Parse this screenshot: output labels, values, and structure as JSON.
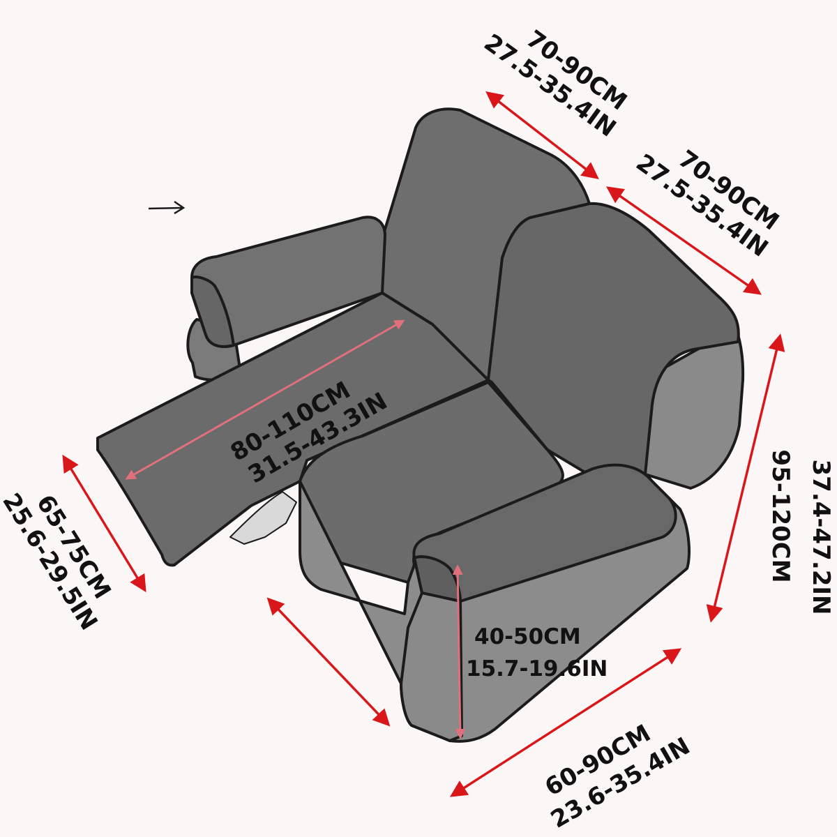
{
  "colors": {
    "background": "#fbf7f6",
    "cover_gray": "#6e6e6e",
    "cover_dark": "#5f5f5f",
    "cover_light": "#8a8a8a",
    "outline": "#1b1b1b",
    "arrow_red": "#d9161a",
    "arrow_pink": "#e0707a",
    "text": "#111111"
  },
  "icons": {
    "pointer": "right-arrow-icon",
    "dimension": "double-headed-arrow-icon"
  },
  "dimensions": {
    "backrest_left": {
      "cm": "70-90CM",
      "in": "27.5-35.4IN"
    },
    "backrest_right": {
      "cm": "70-90CM",
      "in": "27.5-35.4IN"
    },
    "total_height": {
      "cm": "95-120CM",
      "in": "37.4-47.2IN"
    },
    "footrest_length": {
      "cm": "80-110CM",
      "in": "31.5-43.3IN"
    },
    "footrest_width": {
      "cm": "65-75CM",
      "in": "25.6-29.5IN"
    },
    "armrest_height": {
      "cm": "40-50CM",
      "in": "15.7-19.6IN"
    },
    "seat_width": {
      "cm": "60-90CM",
      "in": "23.6-35.4IN"
    }
  }
}
